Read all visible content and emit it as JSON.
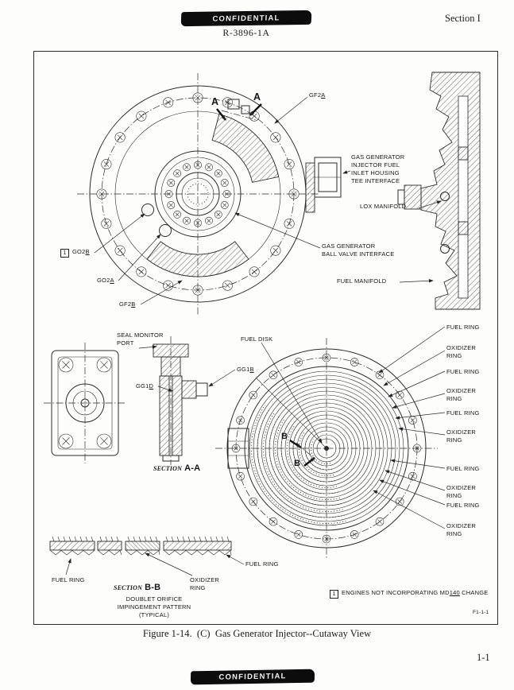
{
  "header": {
    "stamp": "CONFIDENTIAL",
    "doc_number": "R-3896-1A",
    "section_label": "Section I"
  },
  "footer": {
    "caption": "Figure 1-14.  (C)  Gas Generator Injector--Cutaway View",
    "page_number": "1-1",
    "stamp": "CONFIDENTIAL"
  },
  "figure": {
    "ref": "F1-1-1",
    "cut_a": "A",
    "cut_b": "B",
    "section_a": {
      "word": "SECTION",
      "name": "A-A"
    },
    "section_b": {
      "word": "SECTION",
      "name": "B-B"
    },
    "section_b_caption": [
      "DOUBLET ORIFICE",
      "IMPINGEMENT PATTERN",
      "(TYPICAL)"
    ],
    "note": {
      "marker": "1",
      "text_prefix": "ENGINES NOT INCORPORATING MD",
      "text_underlined": "140",
      "text_suffix": " CHANGE"
    },
    "labels": {
      "gf2a": {
        "base": "GF2",
        "u": "A"
      },
      "gf2b": {
        "base": "GF2",
        "u": "B"
      },
      "go2a": {
        "base": "GO2",
        "u": "A"
      },
      "go2b": {
        "base": "GO2",
        "u": "B"
      },
      "go2b_marker": "1",
      "gg1b": {
        "base": "GG1",
        "u": "B"
      },
      "gg1d": {
        "base": "GG1",
        "u": "D"
      },
      "inlet_housing": [
        "GAS GENERATOR",
        "INJECTOR FUEL",
        "INLET HOUSING",
        "TEE INTERFACE"
      ],
      "lox_manifold": "LOX MANIFOLD",
      "ball_valve": [
        "GAS GENERATOR",
        "BALL VALVE INTERFACE"
      ],
      "fuel_manifold": "FUEL MANIFOLD",
      "seal_monitor": [
        "SEAL MONITOR",
        "PORT"
      ],
      "fuel_disk": "FUEL DISK"
    },
    "ring_labels": [
      "FUEL RING",
      "OXIDIZER RING",
      "FUEL RING",
      "OXIDIZER RING",
      "FUEL RING",
      "OXIDIZER RING",
      "FUEL RING",
      "OXIDIZER RING",
      "FUEL RING",
      "OXIDIZER RING"
    ],
    "strip_labels": {
      "left": "FUEL RING",
      "middle": "OXIDIZER RING",
      "right": "FUEL RING"
    }
  }
}
